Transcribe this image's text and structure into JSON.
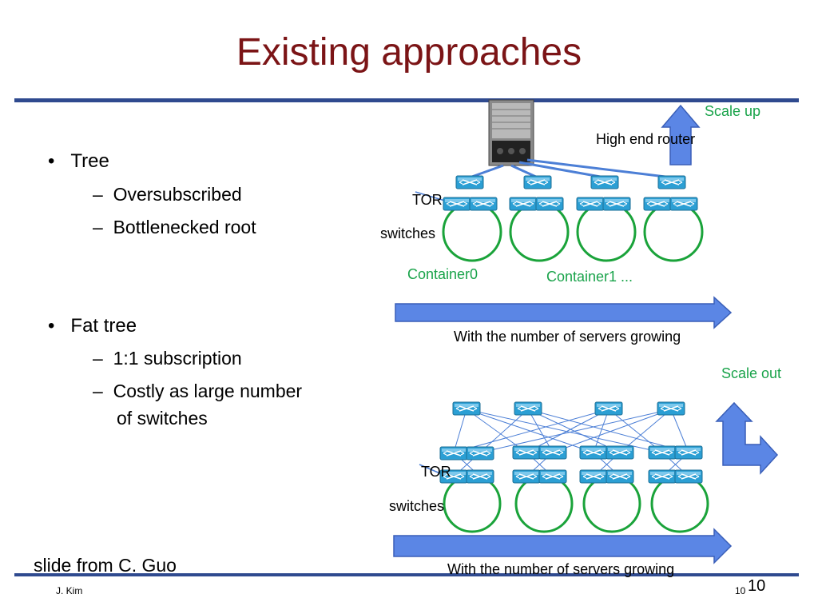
{
  "slide": {
    "title": "Existing approaches",
    "credit": "slide from C. Guo",
    "author": "J. Kim",
    "page_number_small": "10",
    "page_number": "10"
  },
  "bullets": [
    {
      "label": "Tree",
      "sub": [
        "Oversubscribed",
        "Bottlenecked root"
      ]
    },
    {
      "label": "Fat tree",
      "sub": [
        "1:1 subscription",
        "Costly as large number",
        "of switches"
      ]
    }
  ],
  "diagram": {
    "scale_up": "Scale up",
    "scale_out": "Scale out",
    "high_end_router": "High end router",
    "tor_label": "TOR",
    "switches_label": "switches",
    "container0": "Container0",
    "container1": "Container1 ...",
    "growth_caption_1": "With the number of servers growing",
    "tor_label_2": "TOR",
    "switches_label_2": "switches",
    "growth_caption_2": "With the number of servers growing"
  },
  "colors": {
    "title": "#7b1416",
    "rule": "#2f4a8f",
    "arrow_fill": "#5b86e5",
    "arrow_stroke": "#3a5fb8",
    "link": "#4c7fd6",
    "container": "#1aa33a",
    "switch": "#2b9fd4",
    "green_text": "#19a34a"
  }
}
